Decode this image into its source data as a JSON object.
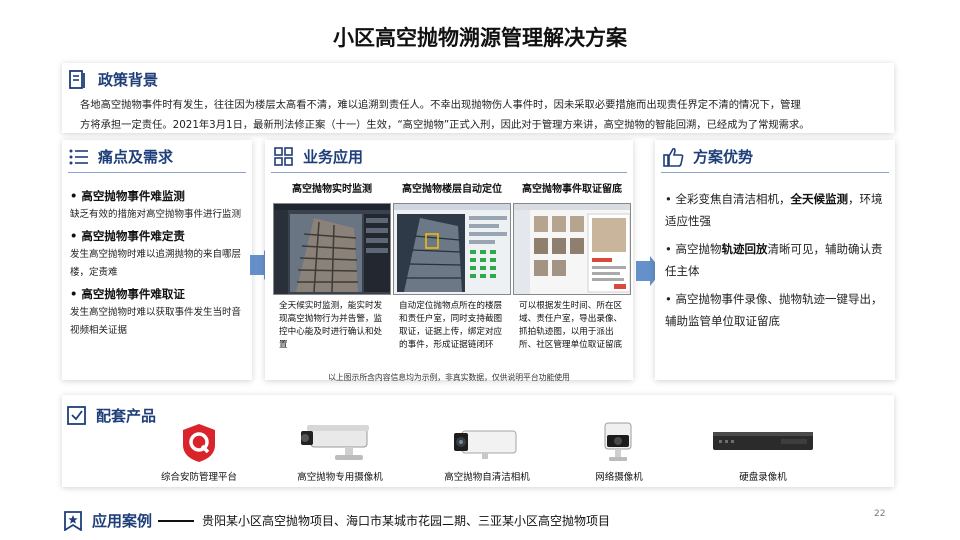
{
  "title": "小区高空抛物溯源管理解决方案",
  "policy": {
    "heading": "政策背景",
    "line1": "各地高空抛物事件时有发生，往往因为楼层太高看不清，难以追溯到责任人。不幸出现抛物伤人事件时，因未采取必要措施而出现责任界定不清的情况下，管理",
    "line2": "方将承担一定责任。2021年3月1日，最新刑法修正案（十一）生效，“高空抛物”正式入刑，因此对于管理方来讲，高空抛物的智能回溯，已经成为了常规需求。"
  },
  "pain": {
    "heading": "痛点及需求",
    "items": [
      {
        "title": "高空抛物事件难监测",
        "desc": "缺乏有效的措施对高空抛物事件进行监测"
      },
      {
        "title": "高空抛物事件难定责",
        "desc": "发生高空抛物时难以追溯抛物的来自哪层楼，定责难"
      },
      {
        "title": "高空抛物事件难取证",
        "desc": "发生高空抛物时难以获取事件发生当时音视频相关证据"
      }
    ]
  },
  "business": {
    "heading": "业务应用",
    "cols": [
      {
        "title": "高空抛物实时监测",
        "desc": "全天候实时监测，能实时发现高空抛物行为并告警，监控中心能及时进行确认和处置"
      },
      {
        "title": "高空抛物楼层自动定位",
        "desc": "自动定位抛物点所在的楼层和责任户室，同时支持截图取证，证据上传，绑定对应的事件，形成证据链闭环"
      },
      {
        "title": "高空抛物事件取证留底",
        "desc": "可以根据发生时间、所在区域、责任户室，导出录像、抓拍轨迹图，以用于派出所、社区管理单位取证留底"
      }
    ],
    "footnote": "以上图示所含内容信息均为示例，非真实数据，仅供说明平台功能使用"
  },
  "advantages": {
    "heading": "方案优势",
    "items": [
      {
        "pre": "全彩变焦自清洁相机，",
        "bold": "全天候监测",
        "post": "，环境适应性强"
      },
      {
        "pre": "高空抛物",
        "bold": "轨迹回放",
        "post": "清晰可见，辅助确认责任主体"
      },
      {
        "pre": "高空抛物事件录像、抛物轨迹一键导出，辅助监管单位取证留底",
        "bold": "",
        "post": ""
      }
    ]
  },
  "products": {
    "heading": "配套产品",
    "items": [
      {
        "label": "综合安防管理平台",
        "icon": "platform-logo-icon"
      },
      {
        "label": "高空抛物专用摄像机",
        "icon": "bullet-camera-icon"
      },
      {
        "label": "高空抛物自清洁相机",
        "icon": "box-camera-icon"
      },
      {
        "label": "网络摄像机",
        "icon": "network-camera-icon"
      },
      {
        "label": "硬盘录像机",
        "icon": "nvr-icon"
      }
    ]
  },
  "cases": {
    "heading": "应用案例",
    "text": "贵阳某小区高空抛物项目、海口市某城市花园二期、三亚某小区高空抛物项目"
  },
  "page_number": "22",
  "colors": {
    "accent": "#1f3f7a",
    "arrow": "#4a7cc0",
    "logo_red": "#d8242a"
  }
}
